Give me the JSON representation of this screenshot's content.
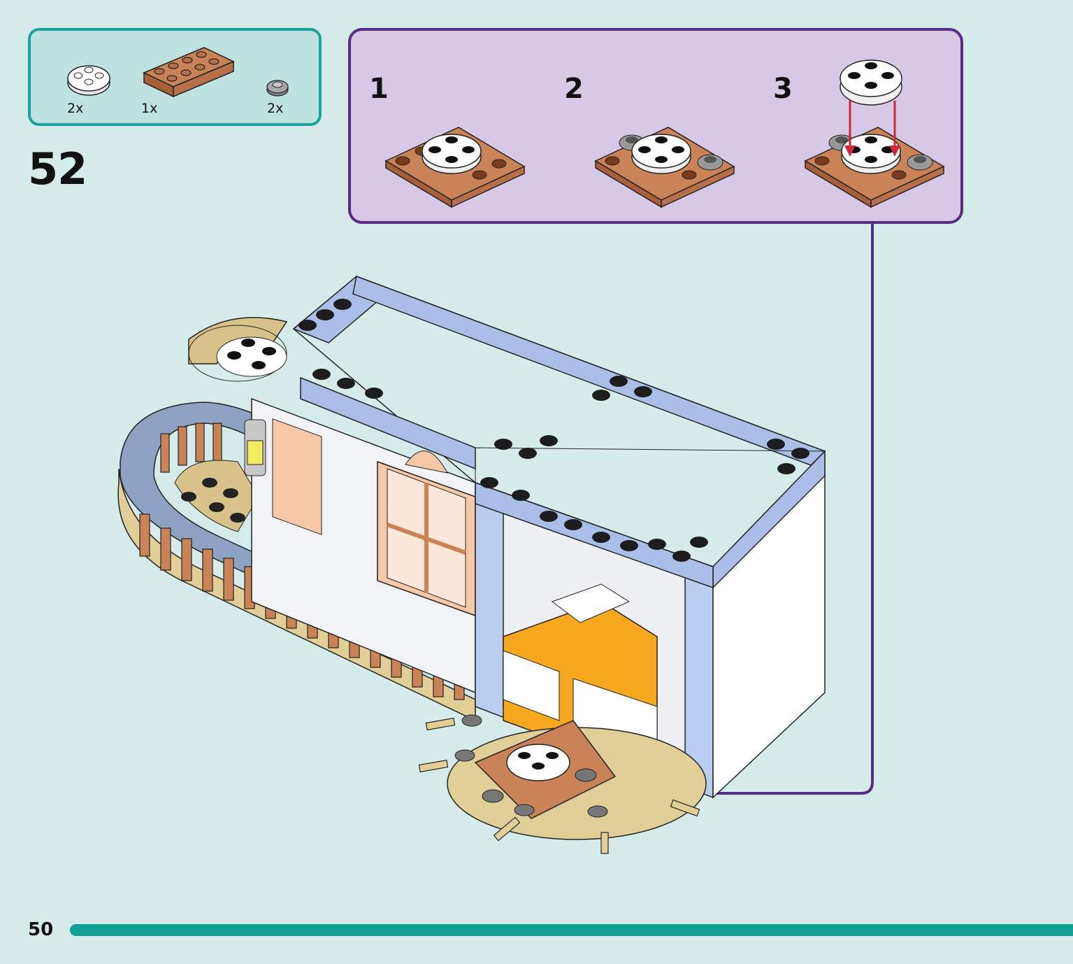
{
  "parts_list": {
    "items": [
      {
        "name": "white-round-plate-icon",
        "qty": "2x",
        "color": "#ffffff"
      },
      {
        "name": "brown-plate-2x4-icon",
        "qty": "1x",
        "color": "#b87046"
      },
      {
        "name": "grey-round-stud-icon",
        "qty": "2x",
        "color": "#9a9a9a"
      }
    ]
  },
  "step": {
    "number": "52"
  },
  "substeps": [
    {
      "number": "1"
    },
    {
      "number": "2"
    },
    {
      "number": "3"
    }
  ],
  "colors": {
    "parts_box_bg": "#bde2df",
    "parts_box_border": "#1aa59b",
    "substep_box_bg": "#d7c8e6",
    "substep_box_border": "#5a2c87",
    "progress_bar": "#119e95",
    "placement_arrow": "#d0283a",
    "page_bg": "#d5ecea"
  },
  "page": {
    "number": "50"
  },
  "progress": {
    "fraction": 0.95
  }
}
